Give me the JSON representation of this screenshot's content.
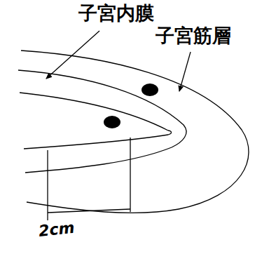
{
  "diagram": {
    "labels": [
      "子宮内膜",
      "子宮筋層",
      "2cm"
    ]
  }
}
